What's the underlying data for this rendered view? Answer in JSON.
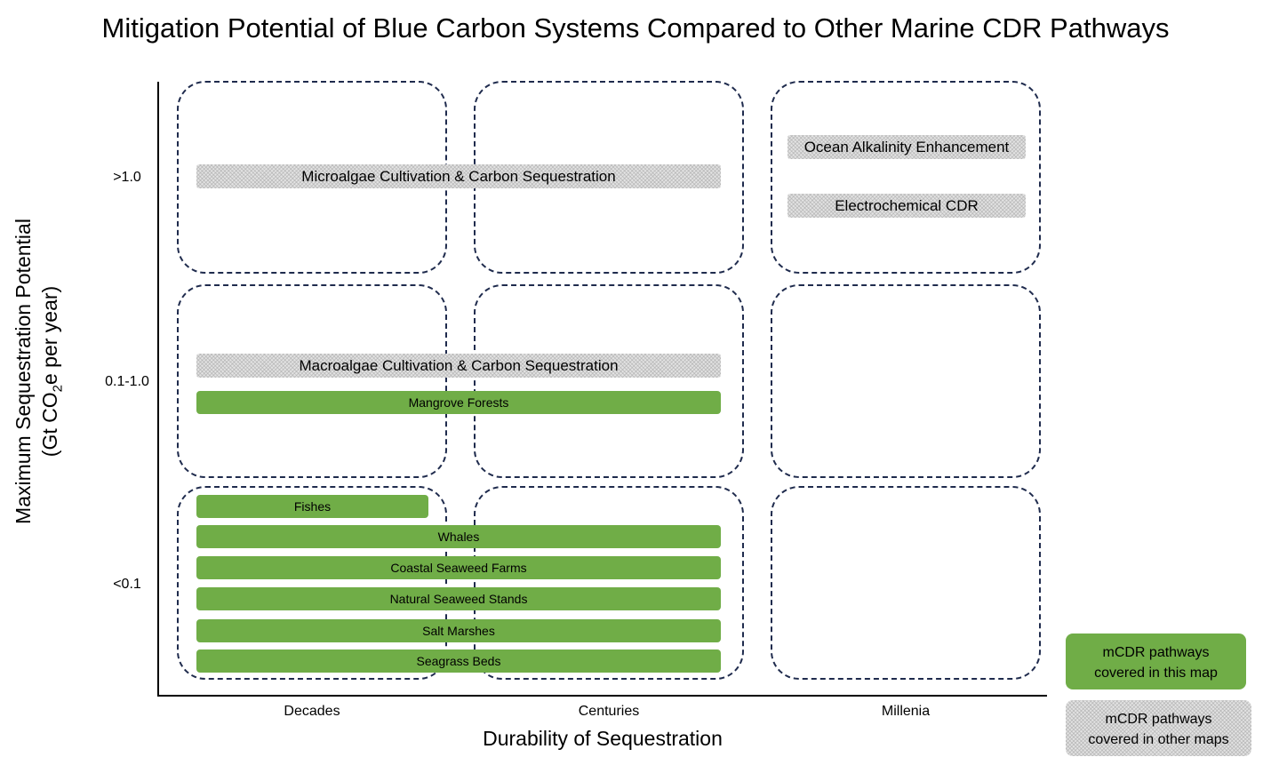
{
  "title": "Mitigation Potential of Blue Carbon Systems Compared to Other Marine CDR Pathways",
  "y_axis": {
    "title_line1": "Maximum Sequestration Potential",
    "title_line2_pre": "(Gt CO",
    "title_line2_sub": "2",
    "title_line2_post": "e per year)",
    "ticks": [
      ">1.0",
      "0.1-1.0",
      "<0.1"
    ]
  },
  "x_axis": {
    "title": "Durability of Sequestration",
    "ticks": [
      "Decades",
      "Centuries",
      "Millenia"
    ]
  },
  "pathways_other_maps": [
    {
      "label": "Microalgae Cultivation & Carbon Sequestration",
      "potential": ">1.0",
      "durability": "Decades-Centuries"
    },
    {
      "label": "Ocean Alkalinity Enhancement",
      "potential": ">1.0",
      "durability": "Millenia"
    },
    {
      "label": "Electrochemical CDR",
      "potential": ">1.0",
      "durability": "Millenia"
    },
    {
      "label": "Macroalgae Cultivation & Carbon Sequestration",
      "potential": "0.1-1.0",
      "durability": "Decades-Centuries"
    }
  ],
  "pathways_this_map": [
    {
      "label": "Mangrove Forests",
      "potential": "0.1-1.0",
      "durability": "Decades-Centuries"
    },
    {
      "label": "Fishes",
      "potential": "<0.1",
      "durability": "Decades"
    },
    {
      "label": "Whales",
      "potential": "<0.1",
      "durability": "Decades-Centuries"
    },
    {
      "label": "Coastal Seaweed Farms",
      "potential": "<0.1",
      "durability": "Decades-Centuries"
    },
    {
      "label": "Natural Seaweed Stands",
      "potential": "<0.1",
      "durability": "Decades-Centuries"
    },
    {
      "label": "Salt Marshes",
      "potential": "<0.1",
      "durability": "Decades-Centuries"
    },
    {
      "label": "Seagrass Beds",
      "potential": "<0.1",
      "durability": "Decades-Centuries"
    }
  ],
  "legend": {
    "this_map_line1": "mCDR pathways",
    "this_map_line2": "covered in this map",
    "other_maps_line1": "mCDR pathways",
    "other_maps_line2": "covered in other maps"
  },
  "colors": {
    "this_map": "#70ad47",
    "other_maps": "#d9d9d9",
    "cell_border": "#1f2b4d"
  }
}
